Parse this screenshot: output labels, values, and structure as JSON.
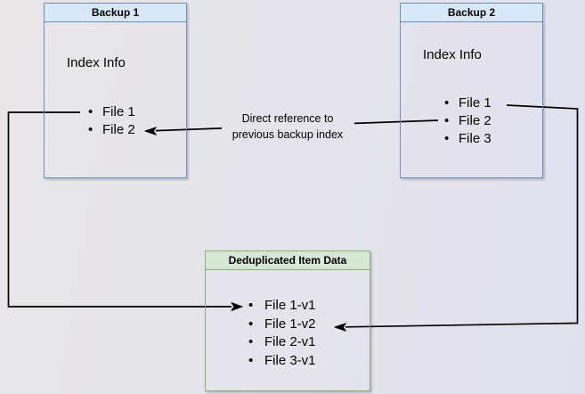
{
  "backup1": {
    "title": "Backup 1",
    "index_label": "Index Info",
    "files": [
      "File 1",
      "File 2"
    ]
  },
  "backup2": {
    "title": "Backup 2",
    "index_label": "Index Info",
    "files": [
      "File 1",
      "File 2",
      "File 3"
    ]
  },
  "dedup": {
    "title": "Deduplicated Item Data",
    "files": [
      "File 1-v1",
      "File 1-v2",
      "File 2-v1",
      "File 3-v1"
    ]
  },
  "annotation": {
    "line1": "Direct reference to",
    "line2": "previous backup index"
  },
  "colors": {
    "background": "#e5e4ec",
    "blue_header_fill": "#dae8fc",
    "blue_border": "#6c8ebf",
    "green_header_fill": "#d5e8d4",
    "green_border": "#82b366",
    "arrow": "#000000",
    "text": "#000000"
  }
}
